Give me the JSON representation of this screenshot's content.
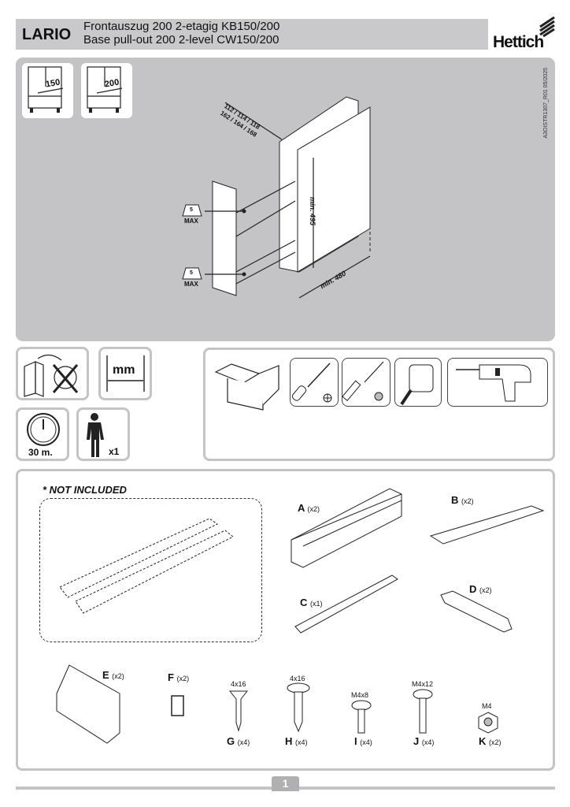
{
  "header": {
    "brand": "LARIO",
    "title_de": "Frontauszug 200 2-etagig KB150/200",
    "title_en": "Base pull-out 200 2-level CW150/200",
    "logo": "Hettich",
    "doc_id": "A3OISTR1307_R01 05/2025"
  },
  "overview": {
    "cabinet_widths": [
      "150",
      "200"
    ],
    "dim_line1": "112 / 114 / 118",
    "dim_line2": "162 / 164 / 168",
    "min_height": "min. 495",
    "min_depth": "min. 480",
    "load_weight": "5",
    "load_unit": "kg",
    "load_label": "MAX"
  },
  "info": {
    "unit": "mm",
    "time": "30 m.",
    "persons": "x1"
  },
  "tools": [
    "toolbox",
    "phillips-screwdriver",
    "awl",
    "tape-measure",
    "drill"
  ],
  "parts": {
    "not_included": "* NOT INCLUDED",
    "items": [
      {
        "letter": "A",
        "qty": "(x2)",
        "size": ""
      },
      {
        "letter": "B",
        "qty": "(x2)",
        "size": ""
      },
      {
        "letter": "C",
        "qty": "(x1)",
        "size": ""
      },
      {
        "letter": "D",
        "qty": "(x2)",
        "size": ""
      },
      {
        "letter": "E",
        "qty": "(x2)",
        "size": ""
      },
      {
        "letter": "F",
        "qty": "(x2)",
        "size": ""
      },
      {
        "letter": "G",
        "qty": "(x4)",
        "size": "4x16"
      },
      {
        "letter": "H",
        "qty": "(x4)",
        "size": "4x16"
      },
      {
        "letter": "I",
        "qty": "(x4)",
        "size": "M4x8"
      },
      {
        "letter": "J",
        "qty": "(x4)",
        "size": "M4x12"
      },
      {
        "letter": "K",
        "qty": "(x2)",
        "size": "M4"
      }
    ]
  },
  "footer": {
    "page": "1"
  },
  "colors": {
    "panel": "#c4c4c6",
    "header": "#c9c9cb"
  }
}
